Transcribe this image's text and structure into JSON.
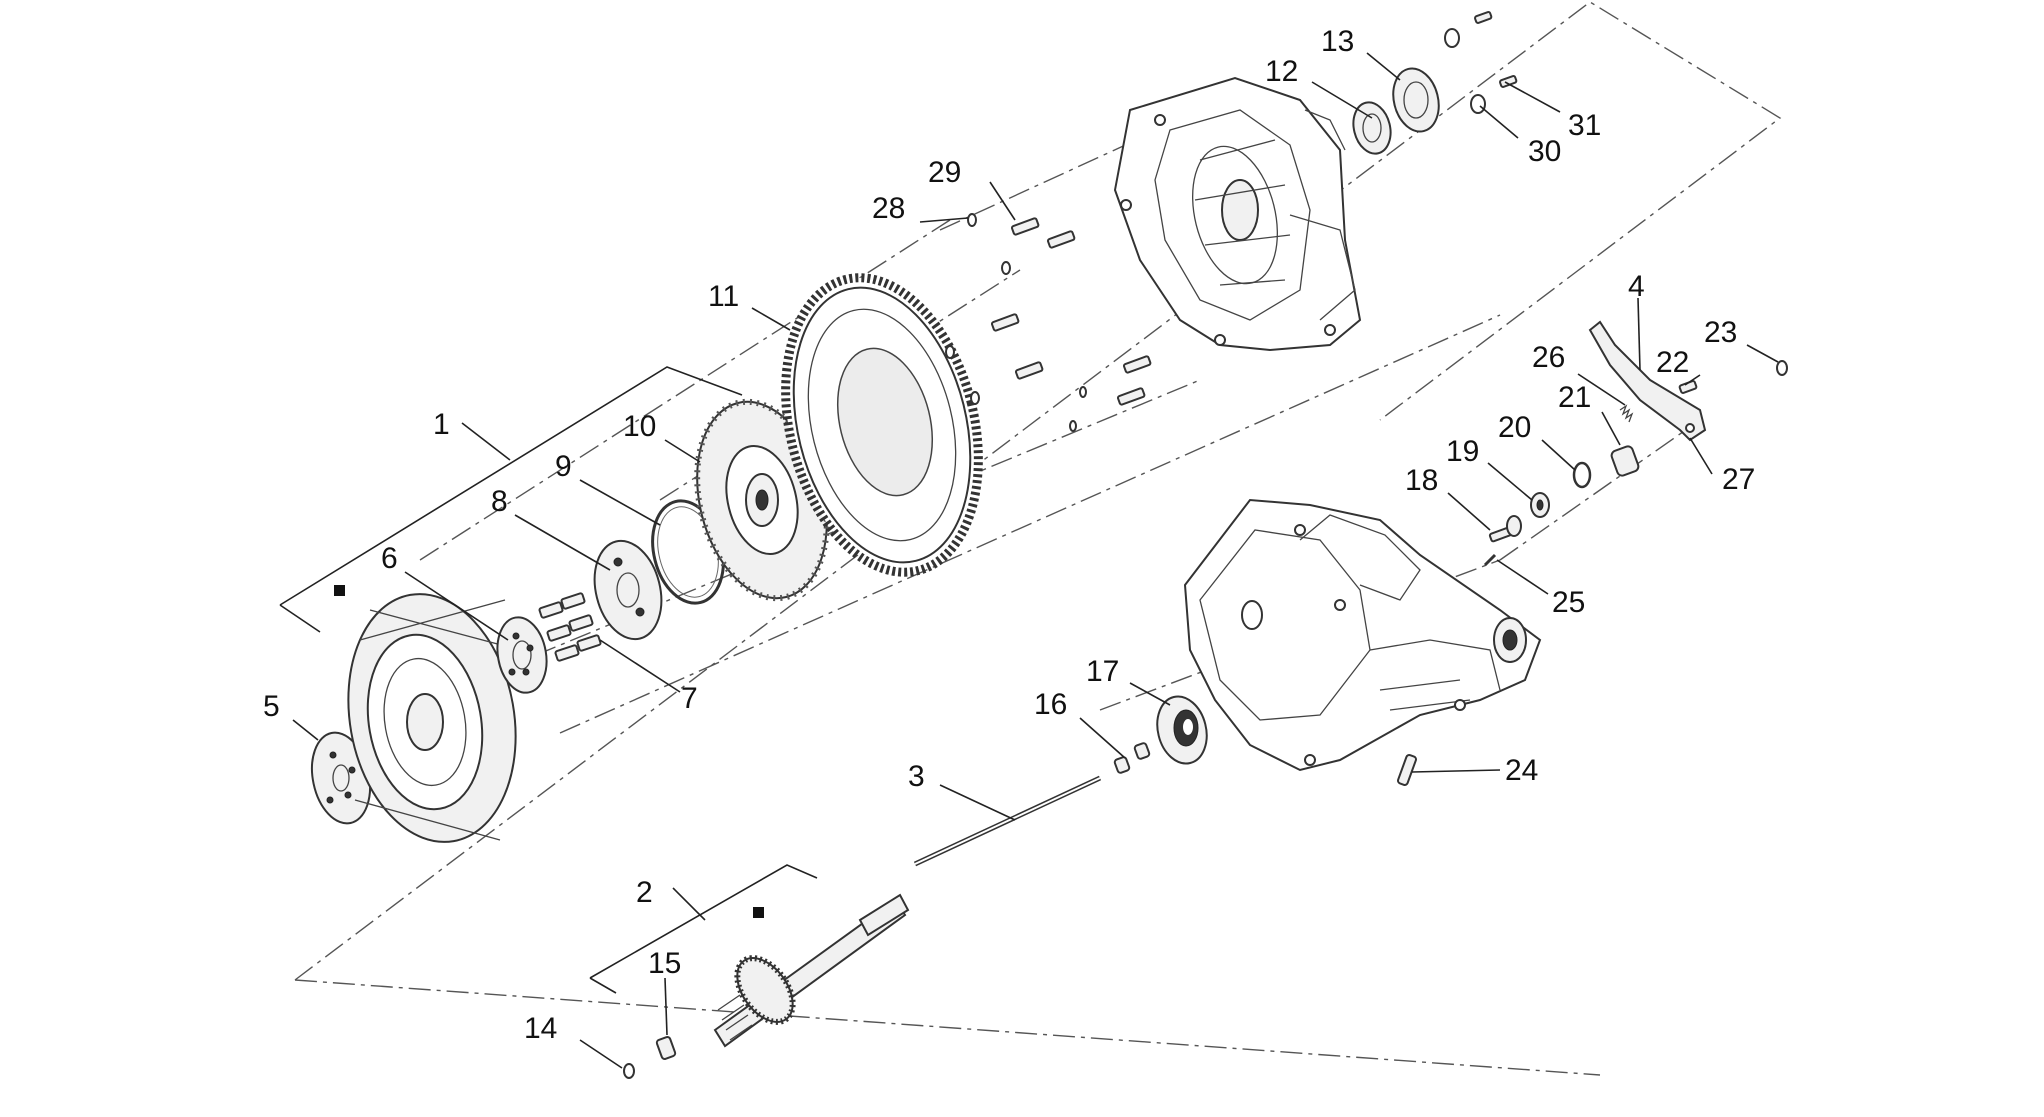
{
  "callouts": [
    {
      "id": "1",
      "text": "1"
    },
    {
      "id": "2",
      "text": "2"
    },
    {
      "id": "3",
      "text": "3"
    },
    {
      "id": "4",
      "text": "4"
    },
    {
      "id": "5",
      "text": "5"
    },
    {
      "id": "6",
      "text": "6"
    },
    {
      "id": "7",
      "text": "7"
    },
    {
      "id": "8",
      "text": "8"
    },
    {
      "id": "9",
      "text": "9"
    },
    {
      "id": "10",
      "text": "10"
    },
    {
      "id": "11",
      "text": "11"
    },
    {
      "id": "12",
      "text": "12"
    },
    {
      "id": "13",
      "text": "13"
    },
    {
      "id": "14",
      "text": "14"
    },
    {
      "id": "15",
      "text": "15"
    },
    {
      "id": "16",
      "text": "16"
    },
    {
      "id": "17",
      "text": "17"
    },
    {
      "id": "18",
      "text": "18"
    },
    {
      "id": "19",
      "text": "19"
    },
    {
      "id": "20",
      "text": "20"
    },
    {
      "id": "21",
      "text": "21"
    },
    {
      "id": "22",
      "text": "22"
    },
    {
      "id": "23",
      "text": "23"
    },
    {
      "id": "24",
      "text": "24"
    },
    {
      "id": "25",
      "text": "25"
    },
    {
      "id": "26",
      "text": "26"
    },
    {
      "id": "27",
      "text": "27"
    },
    {
      "id": "28",
      "text": "28"
    },
    {
      "id": "29",
      "text": "29"
    },
    {
      "id": "30",
      "text": "30"
    },
    {
      "id": "31",
      "text": "31"
    }
  ],
  "markers": [
    {
      "id": "kit-marker-clutch",
      "symbol": "square"
    },
    {
      "id": "kit-marker-shaft",
      "symbol": "square"
    }
  ],
  "colors": {
    "line": "#333333",
    "text": "#111111",
    "background": "#ffffff"
  }
}
